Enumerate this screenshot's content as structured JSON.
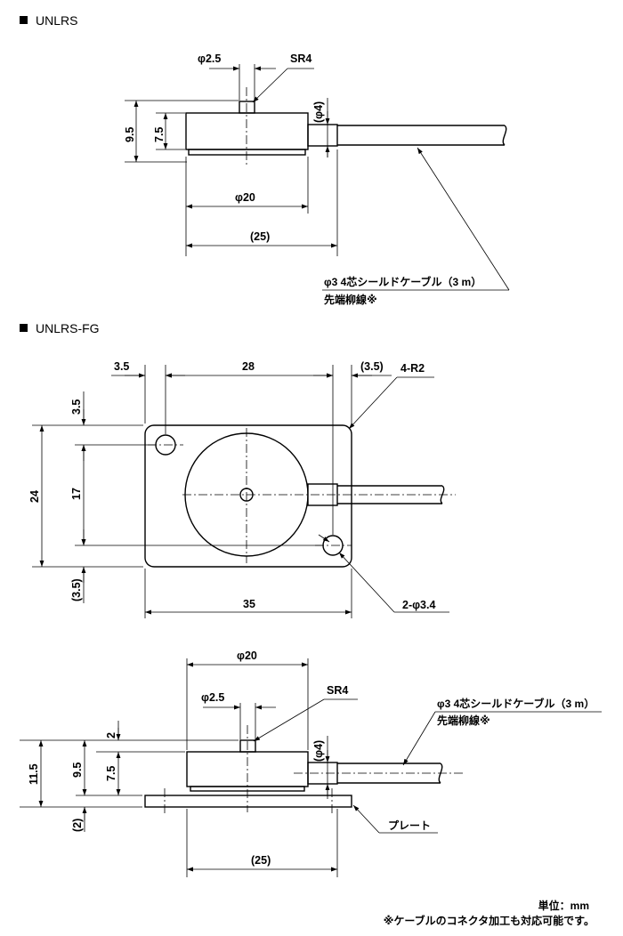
{
  "sections": {
    "top_title": "UNLRS",
    "mid_title": "UNLRS-FG"
  },
  "view1": {
    "phi_pin": "φ2.5",
    "sr": "SR4",
    "phi_cable": "(φ4)",
    "h_total": "9.5",
    "h_body": "7.5",
    "phi_body": "φ20",
    "w_total": "(25)",
    "cable_label": "φ3  4芯シールドケーブル（3 m）",
    "cable_sub": "先端柳線※"
  },
  "view2": {
    "d_left": "3.5",
    "d_pitch": "28",
    "d_right": "(3.5)",
    "corner_r": "4-R2",
    "d_top": "3.5",
    "h_total": "24",
    "h_pitch": "17",
    "d_bottom": "(3.5)",
    "w_total": "35",
    "holes": "2-φ3.4"
  },
  "view3": {
    "phi_body": "φ20",
    "phi_pin": "φ2.5",
    "sr": "SR4",
    "h_pin": "2",
    "phi_cable": "(φ4)",
    "h_total": "11.5",
    "h_95": "9.5",
    "h_75": "7.5",
    "h_plate": "(2)",
    "plate_label": "プレート",
    "w_total": "(25)",
    "cable_label": "φ3  4芯シールドケーブル（3 m）",
    "cable_sub": "先端柳線※"
  },
  "footer": {
    "unit": "単位：mm",
    "note": "※ケーブルのコネクタ加工も対応可能です。"
  }
}
